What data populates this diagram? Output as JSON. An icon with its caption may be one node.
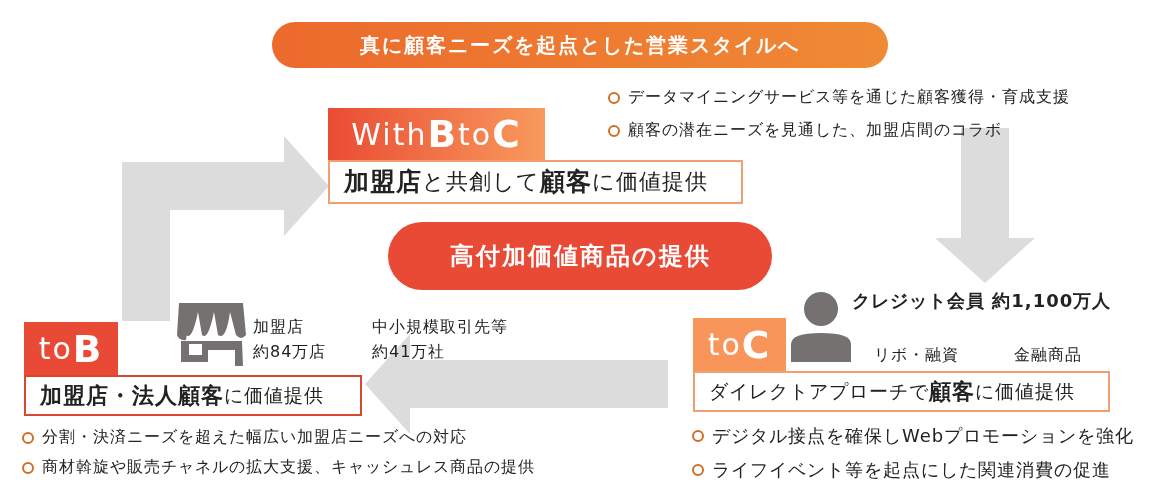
{
  "diagram": {
    "title": "真に顧客ニーズを起点とした営業スタイルへ",
    "nodes": [
      {
        "text": [
          "With**B**to**C**",
          "**加盟店**と共創して**顧客**に価値提供"
        ],
        "beside": [
          "データマイニングサービス等を通じた顧客獲得・育成支援",
          "顧客の潜在ニーズを見通した、加盟店間のコラボ"
        ]
      },
      {
        "text": [
          "高付加価値商品の提供"
        ]
      },
      {
        "text": [
          "to**C**",
          "ダイレクトアプローチで**顧客**に価値提供"
        ],
        "beside": [
          "デジタル接点を確保しWebプロモーションを強化",
          "ライフイベント等を起点にした関連消費の促進"
        ]
      },
      {
        "text": [
          "to**B**",
          "**加盟店・法人顧客**に価値提供"
        ],
        "beside": [
          "分割・決済ニーズを超えた幅広い加盟店ニーズへの対応",
          "商材斡旋や販売チャネルの拡大支援、キャッシュレス商品の提供"
        ]
      }
    ],
    "edges": [
      {
        "from": 3,
        "to": 0,
        "arrow": "to"
      },
      {
        "from": 0,
        "to": 2,
        "arrow": "to"
      },
      {
        "from": 2,
        "to": 3,
        "arrow": "to"
      }
    ],
    "labels": [
      "クレジット会員 約1,100万人",
      "リボ・融資",
      "金融商品",
      "加盟店",
      "約84万店",
      "中小規模取引先等",
      "約41万社"
    ]
  }
}
